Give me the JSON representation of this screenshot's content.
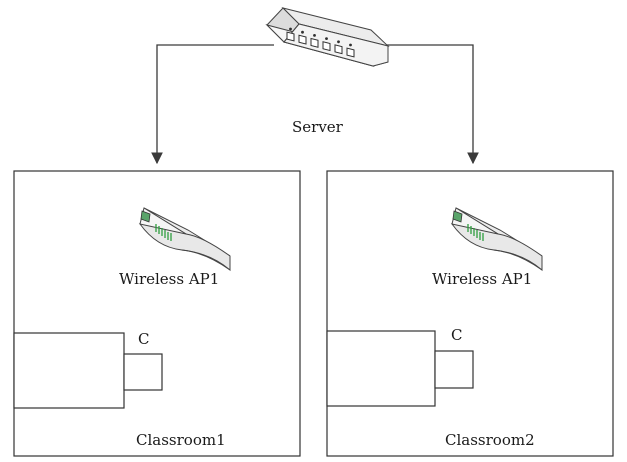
{
  "server": {
    "label": "Server",
    "icon": "network-switch-icon"
  },
  "classrooms": [
    {
      "name": "Classroom1",
      "ap_label": "Wireless AP1",
      "device_label": "C",
      "ap_icon": "wireless-ap-icon"
    },
    {
      "name": "Classroom2",
      "ap_label": "Wireless AP1",
      "device_label": "C",
      "ap_icon": "wireless-ap-icon"
    }
  ],
  "colors": {
    "line": "#3a3a3a",
    "device_top": "#ececec",
    "device_front": "#f7f7f7",
    "device_side": "#d6d6d6",
    "port": "#2f2f2f",
    "ap_led": "#2e9e3e",
    "ap_screen": "#5aa46a"
  }
}
